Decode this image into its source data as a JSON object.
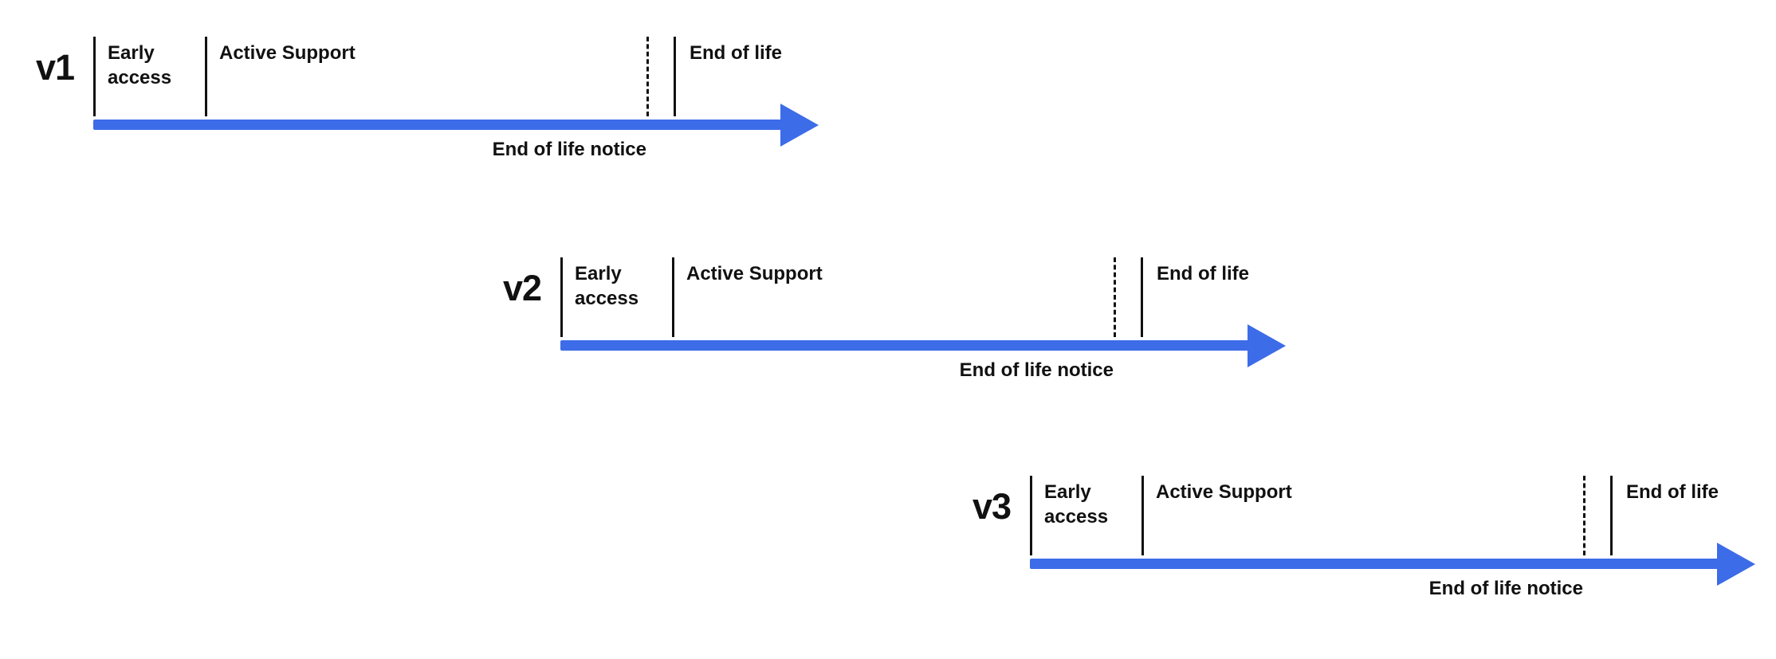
{
  "diagram": {
    "accent_color": "#3D6CE8",
    "text_color": "#111111",
    "timelines": [
      {
        "version": "v1",
        "labels": {
          "early_access": "Early access",
          "active_support": "Active Support",
          "end_of_life": "End of life",
          "end_of_life_notice": "End of life notice"
        }
      },
      {
        "version": "v2",
        "labels": {
          "early_access": "Early access",
          "active_support": "Active Support",
          "end_of_life": "End of life",
          "end_of_life_notice": "End of life notice"
        }
      },
      {
        "version": "v3",
        "labels": {
          "early_access": "Early access",
          "active_support": "Active Support",
          "end_of_life": "End of life",
          "end_of_life_notice": "End of life notice"
        }
      }
    ]
  }
}
